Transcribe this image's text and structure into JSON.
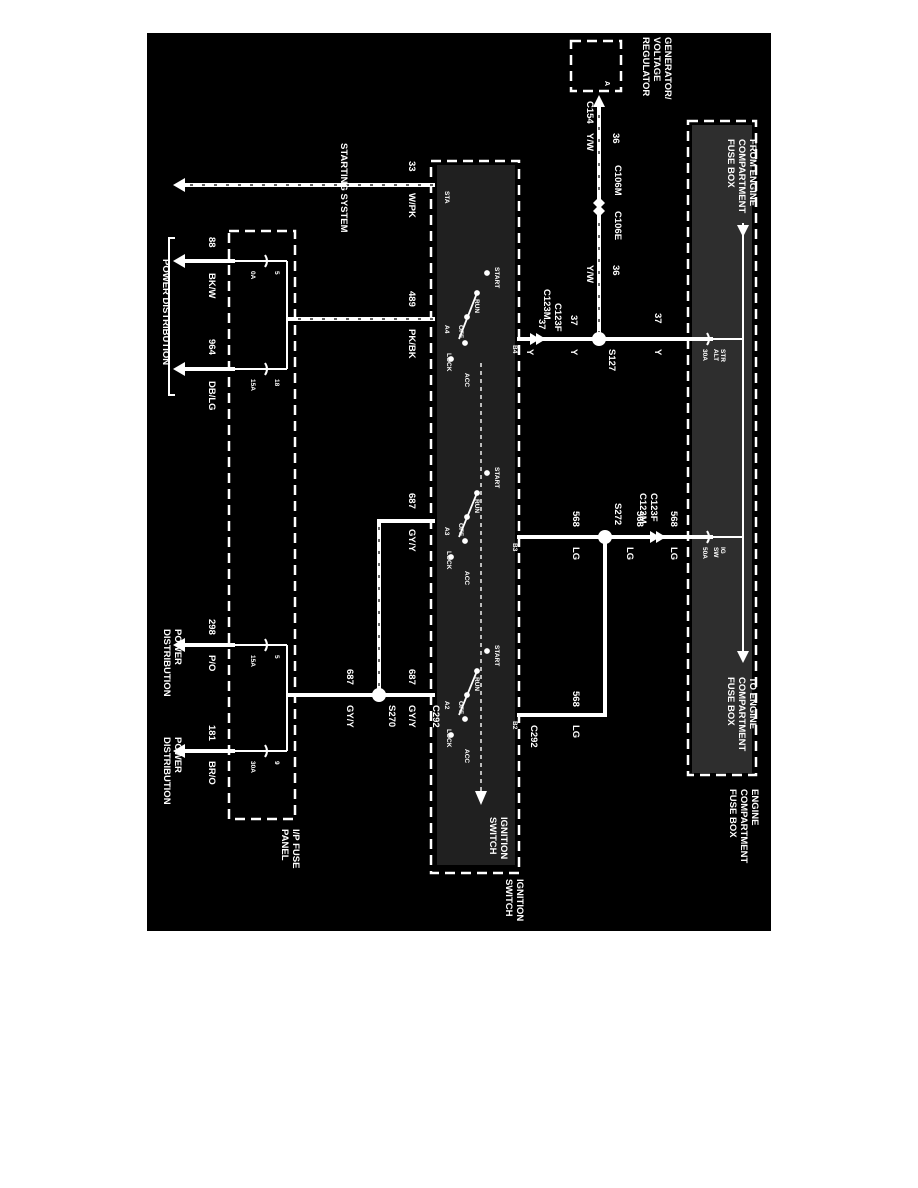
{
  "colors": {
    "background": "#000000",
    "wire": "#ffffff",
    "shade": "#3a3a3a"
  },
  "components": {
    "generator": [
      "GENERATOR/",
      "VOLTAGE",
      "REGULATOR"
    ],
    "from_fuse_box": [
      "FROM ENGINE",
      "COMPARTMENT",
      "FUSE BOX"
    ],
    "to_fuse_box": [
      "TO ENGINE",
      "COMPARTMENT",
      "FUSE BOX"
    ],
    "engine_fuse_box": [
      "ENGINE",
      "COMPARTMENT",
      "FUSE BOX"
    ],
    "ignition_switch": [
      "IGNITION",
      "SWITCH"
    ],
    "ignition_switch_inner": [
      "IGNITION",
      "SWITCH"
    ],
    "ip_fuse_panel": [
      "I/P FUSE",
      "PANEL"
    ],
    "starting_system": "STARTING SYSTEM",
    "power_distribution": "POWER DISTRIBUTION",
    "power_distribution_2": [
      "POWER",
      "DISTRIBUTION"
    ],
    "power_distribution_3": [
      "POWER",
      "DISTRIBUTION"
    ]
  },
  "connectors": {
    "c154": "C154",
    "c106m": "C106M",
    "c106e": "C106E",
    "c123f_a": "C123F",
    "c123m_a": "C123M",
    "c123f_b": "C123F",
    "c123m_b": "C123M",
    "c292_a": "C292",
    "c292_b": "C292",
    "gen_pin": "A"
  },
  "splices": {
    "s127": "S127",
    "s272": "S272",
    "s270": "S270"
  },
  "fuses": {
    "str_alt": [
      "STR",
      "ALT"
    ],
    "str_amp": "30A",
    "ig_sw": [
      "IG",
      "SW"
    ],
    "ig_amp": "50A",
    "ip1_num": "5",
    "ip1_amp": "0A",
    "ip2_num": "18",
    "ip2_amp": "15A",
    "ip3_num": "5",
    "ip3_amp": "15A",
    "ip4_num": "9",
    "ip4_amp": "30A"
  },
  "wires": {
    "w36a": {
      "num": "36",
      "color": "Y/W"
    },
    "w36b": {
      "num": "36",
      "color": "Y/W"
    },
    "w37a": {
      "num": "37",
      "color": "Y"
    },
    "w37b": {
      "num": "37",
      "color": "Y"
    },
    "w37c": {
      "num": "37",
      "color": "Y"
    },
    "w568a": {
      "num": "568",
      "color": "LG"
    },
    "w568b": {
      "num": "568",
      "color": "LG"
    },
    "w568c": {
      "num": "568",
      "color": "LG"
    },
    "w568d": {
      "num": "568",
      "color": "LG"
    },
    "w33": {
      "num": "33",
      "color": "W/PK"
    },
    "w489": {
      "num": "489",
      "color": "PK/BK"
    },
    "w88": {
      "num": "88",
      "color": "BK/W"
    },
    "w964": {
      "num": "964",
      "color": "DB/LG"
    },
    "w687a": {
      "num": "687",
      "color": "GY/Y"
    },
    "w687b": {
      "num": "687",
      "color": "GY/Y"
    },
    "w687c": {
      "num": "687",
      "color": "GY/Y"
    },
    "w298": {
      "num": "298",
      "color": "P/O"
    },
    "w181": {
      "num": "181",
      "color": "BR/O"
    }
  },
  "switch_positions": {
    "start": "START",
    "run": "RUN",
    "off": "OFF",
    "lock": "LOCK",
    "acc": "ACC",
    "sta": "STA",
    "pins": {
      "a4": "A4",
      "a3": "A3",
      "a2": "A2",
      "b4": "B4",
      "b3": "B3",
      "b2": "B2"
    }
  }
}
